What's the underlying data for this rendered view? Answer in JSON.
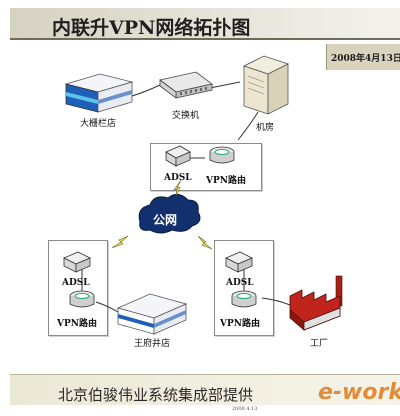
{
  "title": "内联升VPN网络拓扑图",
  "date": "2008年4月13日",
  "footer": "北京伯骏伟业系统集成部提供",
  "footer_small": "2008.4.13",
  "logo": "e-work",
  "nodes": {
    "store_dazhalan": "大栅栏店",
    "switch": "交换机",
    "server_room": "机房",
    "adsl_top": "ADSL",
    "vpn_top": "VPN路由",
    "cloud": "公网",
    "adsl_left": "ADSL",
    "vpn_left": "VPN路由",
    "store_wangfujing": "王府井店",
    "adsl_right": "ADSL",
    "vpn_right": "VPN路由",
    "factory": "工厂"
  },
  "colors": {
    "building_blue": "#1e5fb8",
    "building_wall": "#eef0f4",
    "cloud_blue": "#12306e",
    "lightning": "#f2e24a",
    "factory_red": "#c0241c"
  }
}
